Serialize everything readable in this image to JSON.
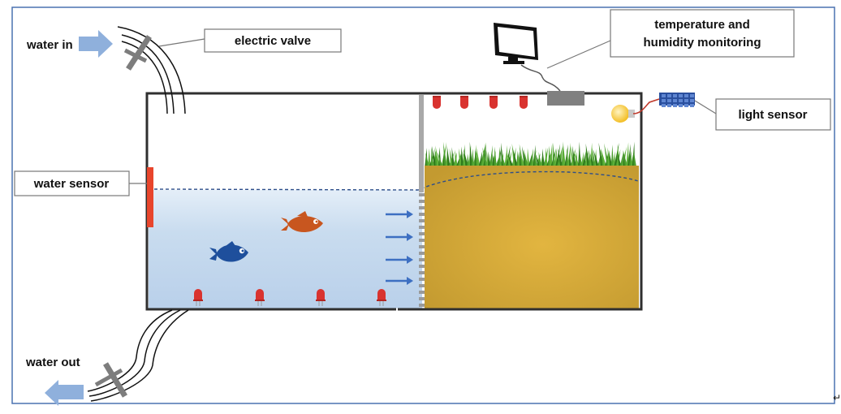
{
  "labels": {
    "water_in": "water in",
    "electric_valve": "electric valve",
    "temperature_line1": "temperature and",
    "temperature_line2": "humidity monitoring",
    "light_sensor": "light sensor",
    "water_sensor": "water sensor",
    "water_out": "water out"
  },
  "colors": {
    "frame_border": "#4a72b0",
    "tank_outline": "#2f2f2f",
    "water": "#c6d9ee",
    "soil": "#d2a534",
    "grass": "#3f8f27",
    "arrow_blue": "#3d6fc2",
    "led_red": "#d9332f",
    "water_sensor": "#e8452c",
    "fish_blue": "#1e4f9c",
    "fish_orange": "#c8561f",
    "valve_gray": "#7d7d7d",
    "light_sensor": "#2a4f9e",
    "bulb": "#f4c12b"
  },
  "icons": [
    "monitor-icon",
    "light-bulb-icon",
    "fish-icon",
    "valve-icon",
    "led-icon",
    "arrow-icon"
  ]
}
